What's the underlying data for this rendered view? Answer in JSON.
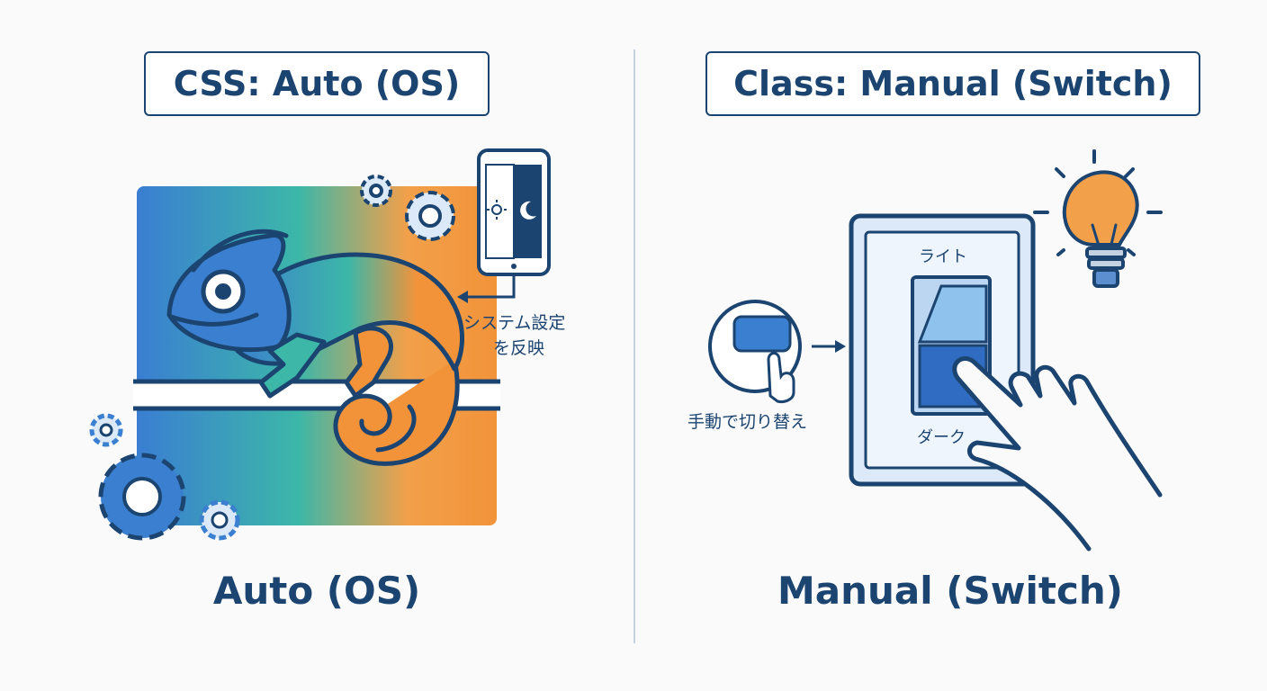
{
  "left": {
    "title": "CSS: Auto (OS)",
    "caption": "Auto (OS)",
    "note_line1": "システム設定",
    "note_line2": "を反映"
  },
  "right": {
    "title": "Class: Manual (Switch)",
    "caption": "Manual (Switch)",
    "switch_top_label": "ライト",
    "switch_bottom_label": "ダーク",
    "toggle_note": "手動で切り替え"
  },
  "colors": {
    "navy": "#1b4470",
    "blue": "#3b7fd0",
    "teal": "#3cb7a8",
    "orange": "#f2933a",
    "light_blue": "#dbe9f8"
  },
  "icons": [
    "gear-icon",
    "phone-icon",
    "sun-icon",
    "moon-icon",
    "chameleon-icon",
    "light-switch-icon",
    "lightbulb-icon",
    "hand-icon",
    "push-button-icon",
    "arrow-icon"
  ]
}
